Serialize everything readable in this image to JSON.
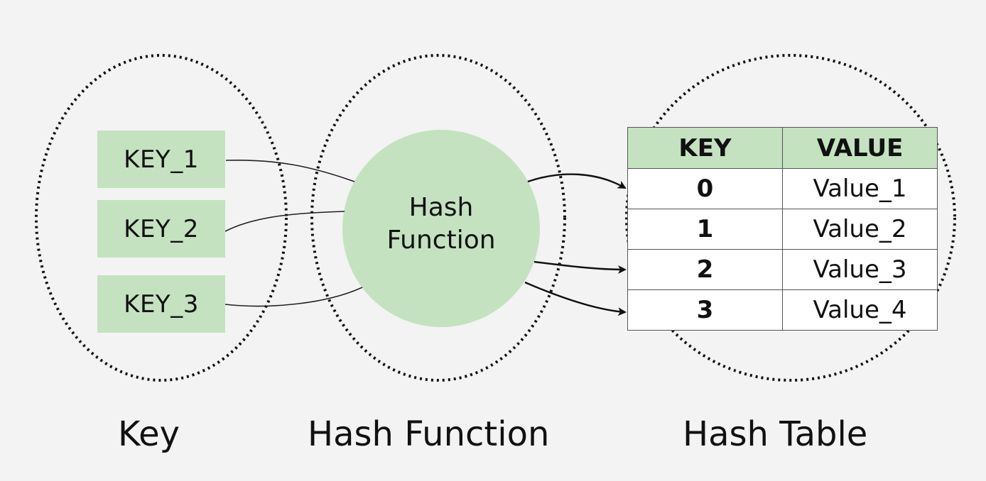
{
  "diagram": {
    "colors": {
      "background": "#f3f3f3",
      "green_fill": "#c4e2c0",
      "stroke": "#111111",
      "table_body": "#ffffff"
    },
    "keys": [
      "KEY_1",
      "KEY_2",
      "KEY_3"
    ],
    "hash_function": {
      "label_line1": "Hash",
      "label_line2": "Function"
    },
    "hash_table": {
      "headers": [
        "KEY",
        "VALUE"
      ],
      "rows": [
        {
          "key": "0",
          "value": "Value_1"
        },
        {
          "key": "1",
          "value": "Value_2"
        },
        {
          "key": "2",
          "value": "Value_3"
        },
        {
          "key": "3",
          "value": "Value_4"
        }
      ]
    },
    "connections_in": [
      {
        "from": "KEY_1",
        "to": "Hash Function"
      },
      {
        "from": "KEY_2",
        "to": "Hash Function"
      },
      {
        "from": "KEY_3",
        "to": "Hash Function"
      }
    ],
    "connections_out": [
      {
        "from": "Hash Function",
        "to_row_key": "0"
      },
      {
        "from": "Hash Function",
        "to_row_key": "2"
      },
      {
        "from": "Hash Function",
        "to_row_key": "3"
      }
    ],
    "section_labels": {
      "key": "Key",
      "hash_function": "Hash Function",
      "hash_table": "Hash Table"
    }
  }
}
